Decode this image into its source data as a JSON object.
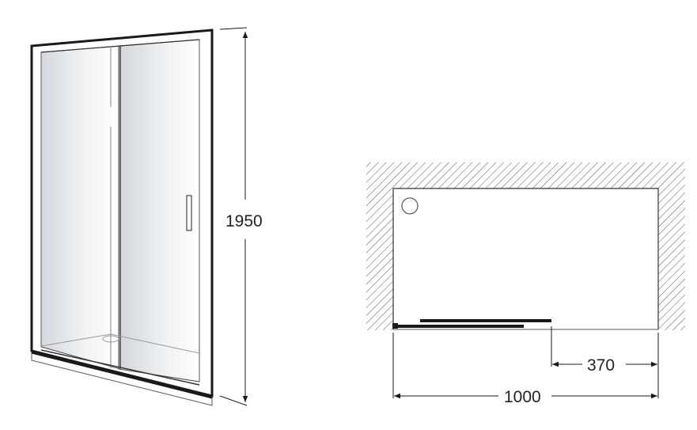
{
  "diagram": {
    "type": "technical-drawing",
    "subject": "sliding shower door",
    "views": [
      {
        "name": "perspective-view",
        "dimensions": {
          "height": "1950"
        }
      },
      {
        "name": "plan-view",
        "dimensions": {
          "width": "1000",
          "opening": "370"
        }
      }
    ]
  },
  "labels": {
    "height": "1950",
    "width": "1000",
    "opening": "370"
  },
  "colors": {
    "line": "#1a1a1a",
    "hatch": "#555555",
    "glass_light": "#f4f5f6",
    "glass_dark": "#d7dadd",
    "text": "#222222"
  }
}
